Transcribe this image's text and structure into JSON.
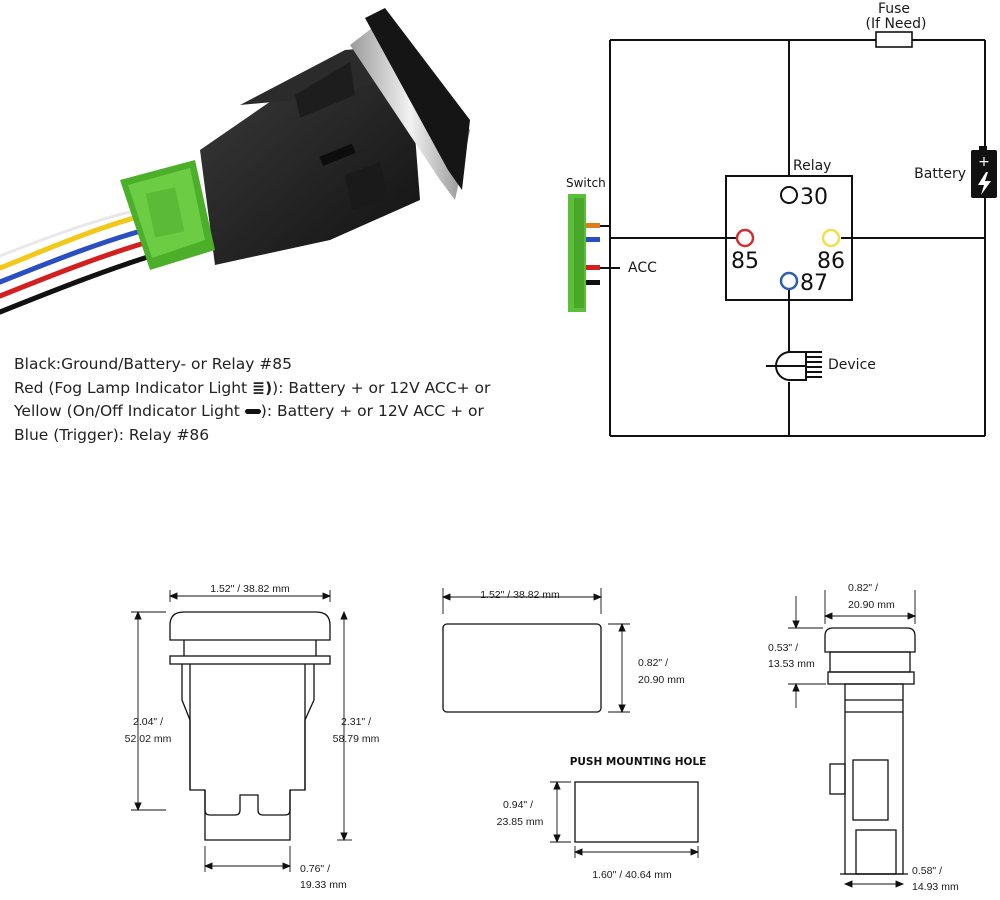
{
  "description": {
    "lines": [
      {
        "text": "Black:Ground/Battery- or Relay #85"
      },
      {
        "text": "Red (Fog Lamp Indicator Light ",
        "icon": "fog-lamp-icon",
        "tail": "): Battery + or 12V ACC+ or"
      },
      {
        "text": "Yellow (On/Off Indicator Light ",
        "icon": "dash-indicator-icon",
        "tail": "): Battery + or 12V ACC + or"
      },
      {
        "text": "Blue (Trigger): Relay #86"
      }
    ]
  },
  "wiring": {
    "fuse_label": "Fuse",
    "fuse_note": "(If Need)",
    "relay_label": "Relay",
    "battery_label": "Battery",
    "switch_label": "Switch",
    "acc_label": "ACC",
    "device_label": "Device",
    "pins": {
      "p30": "30",
      "p85": "85",
      "p86": "86",
      "p87": "87"
    },
    "colors": {
      "pin85": "#d32f2f",
      "pin86": "#f2e04b",
      "pin87": "#2f5fa8",
      "switch_green": "#5cbf3a"
    }
  },
  "dimensions": {
    "front_width": "1.52\" / 38.82 mm",
    "front_h1_a": "2.04\" /",
    "front_h1_b": "52.02 mm",
    "front_h2_a": "2.31\" /",
    "front_h2_b": "58.79 mm",
    "front_bottom_a": "0.76\" /",
    "front_bottom_b": "19.33 mm",
    "face_width": "1.52\" / 38.82 mm",
    "face_height_a": "0.82\" /",
    "face_height_b": "20.90 mm",
    "hole_title": "PUSH MOUNTING HOLE",
    "hole_height_a": "0.94\" /",
    "hole_height_b": "23.85 mm",
    "hole_width": "1.60\" / 40.64 mm",
    "side_top_a": "0.82\" /",
    "side_top_b": "20.90 mm",
    "side_cap_a": "0.53\" /",
    "side_cap_b": "13.53 mm",
    "side_bottom_a": "0.58\" /",
    "side_bottom_b": "14.93 mm"
  }
}
